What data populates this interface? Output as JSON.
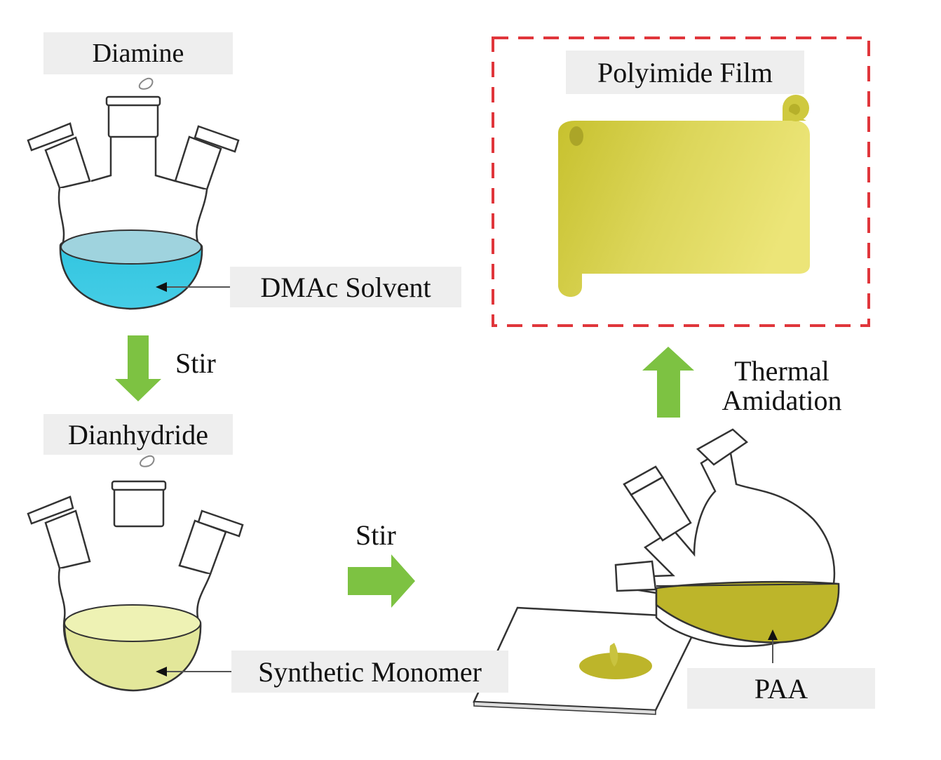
{
  "labels": {
    "diamine": "Diamine",
    "dmac_solvent": "DMAc Solvent",
    "stir_1": "Stir",
    "dianhydride": "Dianhydride",
    "stir_2": "Stir",
    "synthetic_monomer": "Synthetic Monomer",
    "polyimide_film": "Polyimide Film",
    "thermal": "Thermal",
    "amidation": "Amidation",
    "paa": "PAA"
  },
  "colors": {
    "arrow_green": "#7dc242",
    "dmac_solution": "#3cc6e0",
    "dmac_surface": "#9fd3de",
    "monomer_solution": "#e6ea9a",
    "monomer_surface": "#eef2b4",
    "paa_liquid": "#bdb52a",
    "film_yellow": "#dcd65a",
    "film_frame": "#e0363b",
    "glass_outline": "#333333"
  },
  "icons": {
    "flask_1": "three-neck-flask-icon",
    "flask_2": "three-neck-flask-icon",
    "flask_3": "tilted-flask-icon",
    "film": "film-scroll-icon",
    "glass_plate": "glass-plate-icon"
  }
}
